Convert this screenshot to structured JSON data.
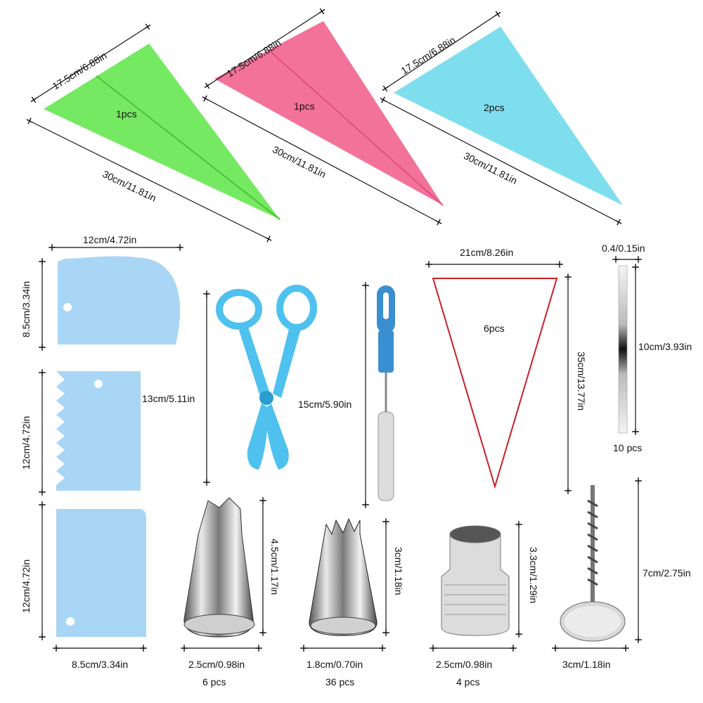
{
  "piping_bags": [
    {
      "name": "green-bag",
      "color": "#6ee85a",
      "width_label": "17.5cm/6.88in",
      "length_label": "30cm/11.81in",
      "qty": "1pcs"
    },
    {
      "name": "pink-bag",
      "color": "#f26a93",
      "width_label": "17.5cm/6.88in",
      "length_label": "30cm/11.81in",
      "qty": "1pcs"
    },
    {
      "name": "blue-bag",
      "color": "#78dcec",
      "width_label": "17.5cm/6.88in",
      "length_label": "30cm/11.81in",
      "qty": "2pcs"
    }
  ],
  "scrapers": {
    "color": "#a9d6f5",
    "width_top": "12cm/4.72in",
    "h1": "8.5cm/3.34in",
    "h2": "12cm/4.72in",
    "h3": "12cm/4.72in",
    "width_bottom": "8.5cm/3.34in"
  },
  "scissors": {
    "color": "#4ec1ef",
    "length": "13cm/5.11in"
  },
  "brush": {
    "color": "#3a8fd0",
    "length": "15cm/5.90in"
  },
  "disposable_bag": {
    "color": "#c8202a",
    "width": "21cm/8.26in",
    "height": "35cm/13.77in",
    "qty": "6pcs"
  },
  "stick": {
    "width": "0.4/0.15in",
    "length": "10cm/3.93in",
    "qty": "10 pcs"
  },
  "big_nozzle": {
    "height": "4.5cm/1.17in",
    "width": "2.5cm/0.98in",
    "qty": "6 pcs"
  },
  "small_nozzle": {
    "height": "3cm/1.18in",
    "width": "1.8cm/0.70in",
    "qty": "36 pcs"
  },
  "coupler": {
    "height": "3.3cm/1.29in",
    "width": "2.5cm/0.98in",
    "qty": "4 pcs"
  },
  "flower_nail": {
    "height": "7cm/2.75in",
    "width": "3cm/1.18in"
  }
}
